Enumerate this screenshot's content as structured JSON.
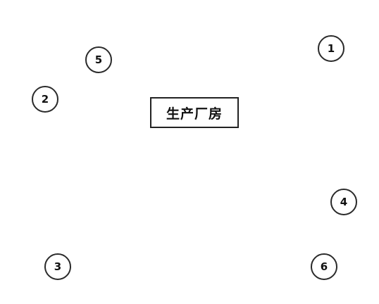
{
  "center_label": "生产厂房",
  "markers": [
    "1",
    "2",
    "3",
    "4",
    "5",
    "6"
  ]
}
